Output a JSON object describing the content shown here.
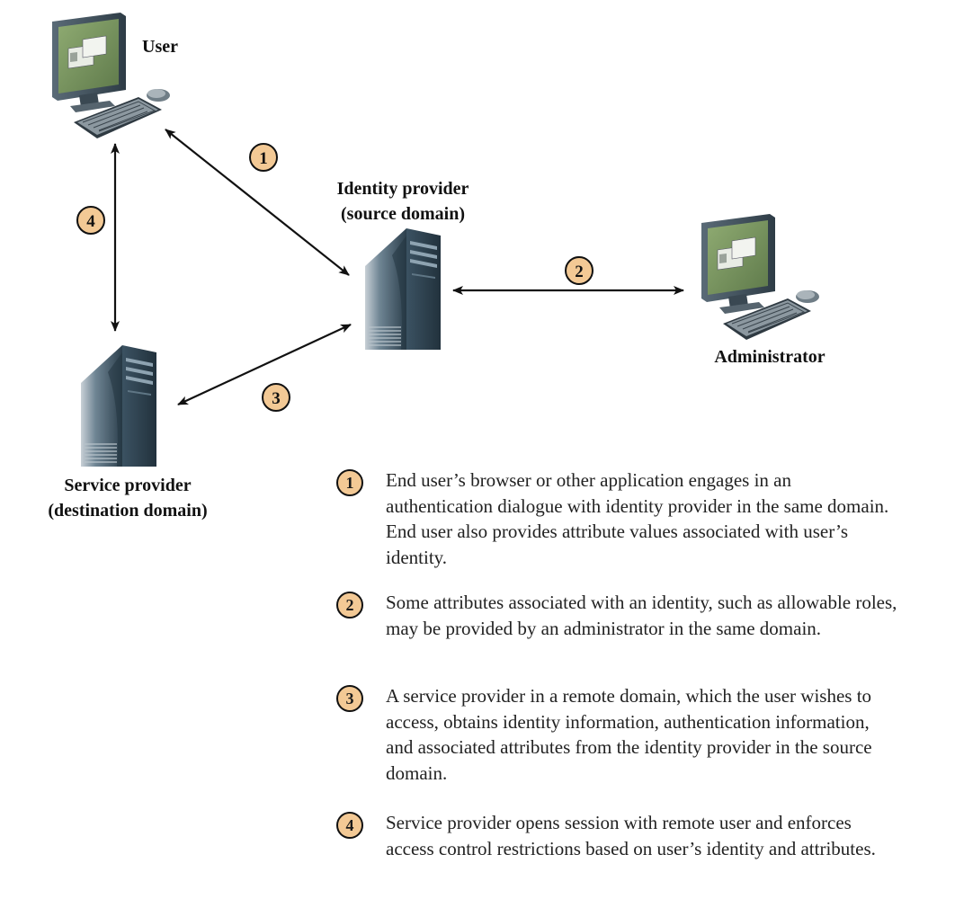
{
  "nodes": {
    "user": {
      "label": "User",
      "icon": "desktop-computer-icon"
    },
    "identity_provider": {
      "label_line1": "Identity provider",
      "label_line2": "(source domain)",
      "icon": "server-tower-icon"
    },
    "administrator": {
      "label": "Administrator",
      "icon": "desktop-computer-icon"
    },
    "service_provider": {
      "label_line1": "Service provider",
      "label_line2": "(destination domain)",
      "icon": "server-tower-icon"
    }
  },
  "arrows": [
    {
      "id": 1,
      "badge": "1",
      "from": "user",
      "to": "identity_provider"
    },
    {
      "id": 2,
      "badge": "2",
      "from": "identity_provider",
      "to": "administrator"
    },
    {
      "id": 3,
      "badge": "3",
      "from": "identity_provider",
      "to": "service_provider"
    },
    {
      "id": 4,
      "badge": "4",
      "from": "user",
      "to": "service_provider"
    }
  ],
  "steps": [
    {
      "num": "1",
      "text": "End user’s browser or other application engages in an authentication dialogue with identity provider in the same domain. End user also provides attribute values associated with user’s identity."
    },
    {
      "num": "2",
      "text": "Some attributes associated with an identity, such as allowable roles, may be provided by an administrator in the same domain."
    },
    {
      "num": "3",
      "text": "A service provider in a remote domain, which the user wishes to access, obtains identity information, authentication information, and associated attributes from the identity provider in the source domain."
    },
    {
      "num": "4",
      "text": "Service provider opens session with remote user and enforces access control restrictions based on user’s identity and attributes."
    }
  ],
  "colors": {
    "badge_fill": "#f3c995",
    "server_body": "#2f4452",
    "screen_green": "#7d9a63",
    "arrow": "#111111"
  }
}
